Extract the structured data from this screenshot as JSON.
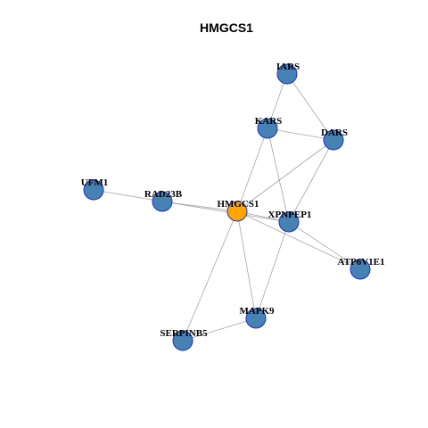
{
  "title": "HMGCS1",
  "colors": {
    "focus_node": "#FFA500",
    "node": "#4682B4",
    "node_border": "#1F2FC4",
    "edge": "#A6A6A6"
  },
  "nodes": [
    {
      "id": "IARS",
      "label": "IARS",
      "focus": false
    },
    {
      "id": "KARS",
      "label": "KARS",
      "focus": false
    },
    {
      "id": "DARS",
      "label": "DARS",
      "focus": false
    },
    {
      "id": "UFM1",
      "label": "UFM1",
      "focus": false
    },
    {
      "id": "RAD23B",
      "label": "RAD23B",
      "focus": false
    },
    {
      "id": "HMGCS1",
      "label": "HMGCS1",
      "focus": true
    },
    {
      "id": "XPNPEP1",
      "label": "XPNPEP1",
      "focus": false
    },
    {
      "id": "ATP6V1E1",
      "label": "ATP6V1E1",
      "focus": false
    },
    {
      "id": "MAPK9",
      "label": "MAPK9",
      "focus": false
    },
    {
      "id": "SERPINB5",
      "label": "SERPINB5",
      "focus": false
    }
  ],
  "edges": [
    [
      "IARS",
      "KARS"
    ],
    [
      "IARS",
      "DARS"
    ],
    [
      "KARS",
      "DARS"
    ],
    [
      "KARS",
      "HMGCS1"
    ],
    [
      "KARS",
      "XPNPEP1"
    ],
    [
      "DARS",
      "HMGCS1"
    ],
    [
      "DARS",
      "XPNPEP1"
    ],
    [
      "UFM1",
      "RAD23B"
    ],
    [
      "RAD23B",
      "HMGCS1"
    ],
    [
      "RAD23B",
      "XPNPEP1"
    ],
    [
      "HMGCS1",
      "XPNPEP1"
    ],
    [
      "HMGCS1",
      "ATP6V1E1"
    ],
    [
      "HMGCS1",
      "MAPK9"
    ],
    [
      "HMGCS1",
      "SERPINB5"
    ],
    [
      "XPNPEP1",
      "ATP6V1E1"
    ],
    [
      "XPNPEP1",
      "MAPK9"
    ],
    [
      "MAPK9",
      "SERPINB5"
    ]
  ]
}
